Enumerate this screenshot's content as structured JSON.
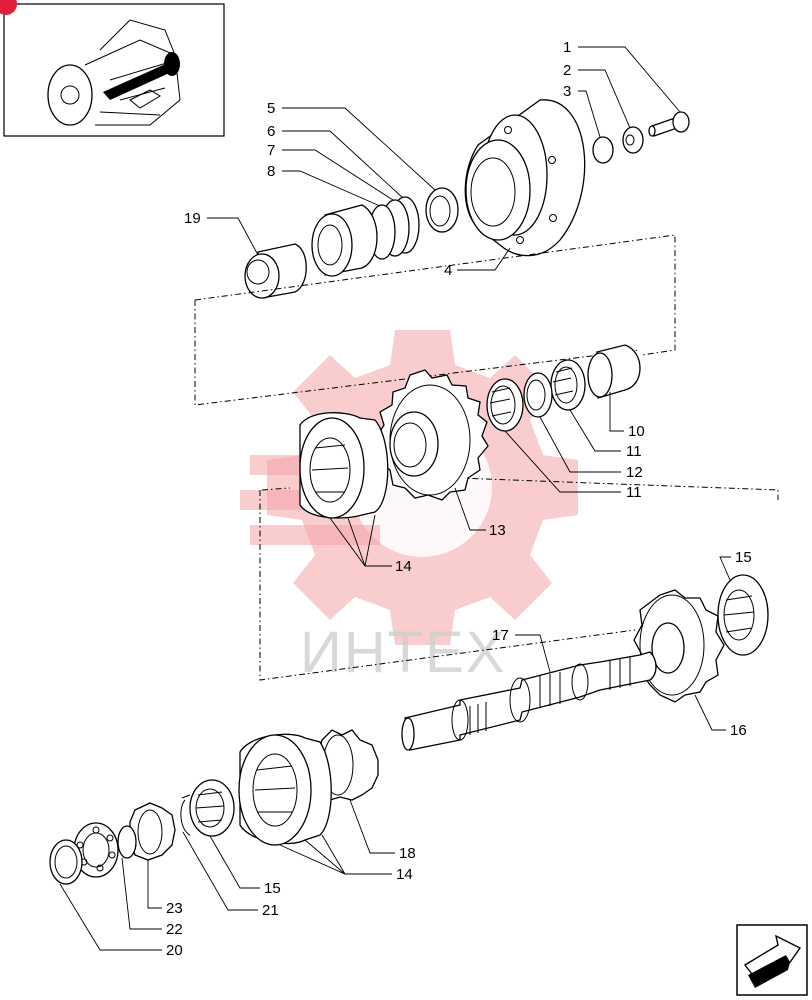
{
  "watermark": {
    "text": "ИНТЕХ",
    "color": "#f4a3a6"
  },
  "thumbnail": {
    "badge_color": "#e0203a"
  },
  "callouts": {
    "c1": "1",
    "c2": "2",
    "c3": "3",
    "c4": "4",
    "c5": "5",
    "c6": "6",
    "c7": "7",
    "c8": "8",
    "c10": "10",
    "c11a": "11",
    "c11b": "11",
    "c12": "12",
    "c13": "13",
    "c14a": "14",
    "c14b": "14",
    "c15a": "15",
    "c15b": "15",
    "c16": "16",
    "c17": "17",
    "c18": "18",
    "c19": "19",
    "c20": "20",
    "c21": "21",
    "c22": "22",
    "c23": "23"
  },
  "nav": {
    "icon": "next-page-arrow-icon"
  }
}
